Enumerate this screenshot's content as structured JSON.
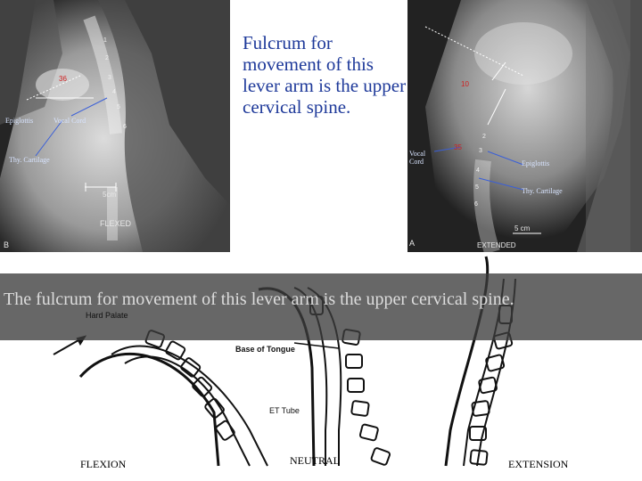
{
  "xray_left": {
    "labels": {
      "epiglottis": "Epiglottis",
      "vocal_cord": "Vocal Cord",
      "thy_cartilage": "Thy. Cartilage"
    },
    "scale": "5cm",
    "mode": "FLEXED",
    "panel": "B",
    "angle_marker": "36",
    "vertebrae": [
      "1",
      "2",
      "3",
      "4",
      "5",
      "6"
    ]
  },
  "xray_right": {
    "labels": {
      "vocal_cord": "Vocal Cord",
      "epiglottis": "Epiglottis",
      "thy_cartilage": "Thy. Cartilage"
    },
    "scale": "5 cm",
    "mode": "EXTENDED",
    "panel": "A",
    "angle_marker": "10",
    "angle_marker_2": "35",
    "vertebrae": [
      "2",
      "3",
      "4",
      "5",
      "6"
    ]
  },
  "callout": "Fulcrum for movement of this lever arm is the upper cervical spine.",
  "banner": "The fulcrum for movement of this lever arm is the upper cervical spine.",
  "diagram": {
    "hard_palate": "Hard Palate",
    "base_of_tongue": "Base of Tongue",
    "et_tube": "ET Tube",
    "flexion": "FLEXION",
    "neutral": "NEUTRAL",
    "extension": "EXTENSION"
  },
  "colors": {
    "callout_text": "#1f3a9a",
    "label_blue": "#3a5fd8",
    "marker_red": "#d02020"
  }
}
